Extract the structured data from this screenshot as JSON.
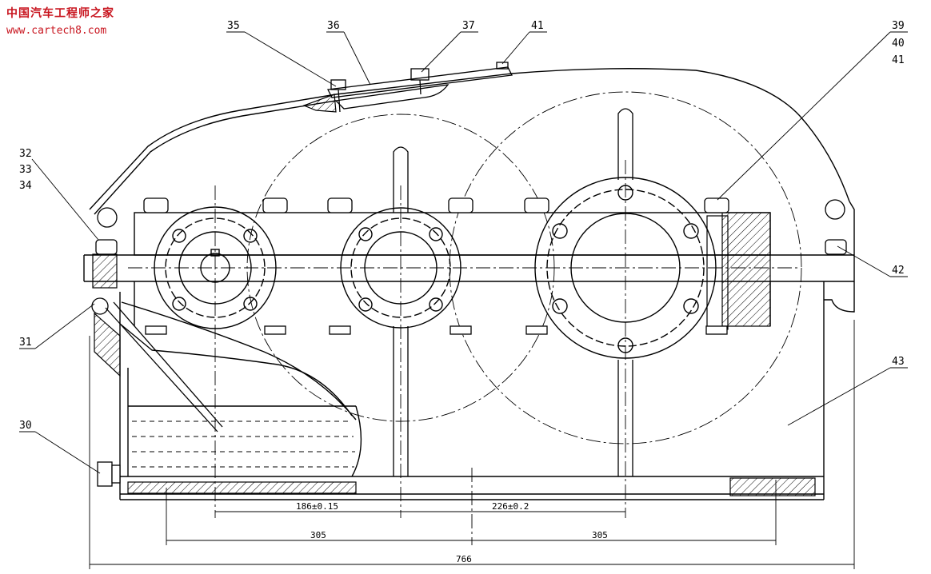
{
  "watermark": {
    "site_name": "中国汽车工程师之家",
    "url": "www.cartech8.com",
    "color": "#c8141e"
  },
  "drawing": {
    "part_labels": [
      "35",
      "36",
      "37",
      "41",
      "39",
      "40",
      "41",
      "32",
      "33",
      "34",
      "42",
      "31",
      "43",
      "30"
    ],
    "dimensions": {
      "d_186": "186±0.15",
      "d_226": "226±0.2",
      "d_305_left": "305",
      "d_305_right": "305",
      "d_766": "766"
    }
  }
}
